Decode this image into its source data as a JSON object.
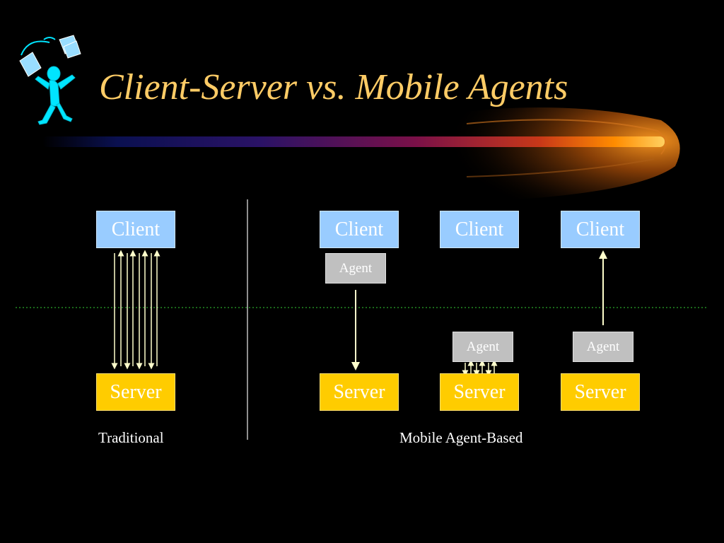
{
  "slide": {
    "title": "Client-Server vs. Mobile Agents"
  },
  "diagram": {
    "traditional": {
      "client_label": "Client",
      "server_label": "Server",
      "caption": "Traditional"
    },
    "mobile": {
      "columns": [
        {
          "client_label": "Client",
          "agent_label": "Agent",
          "server_label": "Server"
        },
        {
          "client_label": "Client",
          "agent_label": "Agent",
          "server_label": "Server"
        },
        {
          "client_label": "Client",
          "agent_label": "Agent",
          "server_label": "Server"
        }
      ],
      "caption": "Mobile Agent-Based"
    }
  },
  "colors": {
    "title": "#ffcc66",
    "client_box": "#99ccff",
    "server_box": "#ffcc00",
    "agent_box": "#c0c0c0",
    "network_divider": "#228b22",
    "background": "#000000"
  },
  "icons": {
    "corner_figure": "juggler-figure-icon"
  }
}
